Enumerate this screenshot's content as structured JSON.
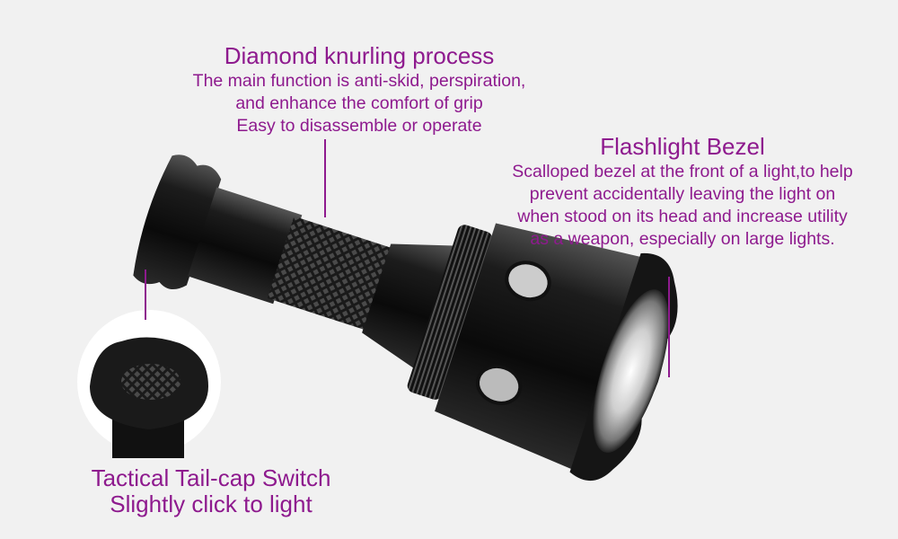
{
  "callouts": {
    "knurling": {
      "title": "Diamond knurling process",
      "lines": [
        "The main function is anti-skid, perspiration,",
        "and enhance the comfort of grip",
        "Easy to disassemble or operate"
      ]
    },
    "bezel": {
      "title": "Flashlight Bezel",
      "lines": [
        "Scalloped bezel at the front of a light,to help",
        "prevent accidentally leaving the light on",
        "when stood on its head and increase utility",
        "as a weapon, especially on large lights."
      ]
    },
    "tailcap": {
      "title": "Tactical Tail-cap Switch",
      "subtitle": "Slightly click to light"
    }
  },
  "colors": {
    "text": "#8e1a8e",
    "background": "#f1f1f1",
    "body": "#151515"
  }
}
